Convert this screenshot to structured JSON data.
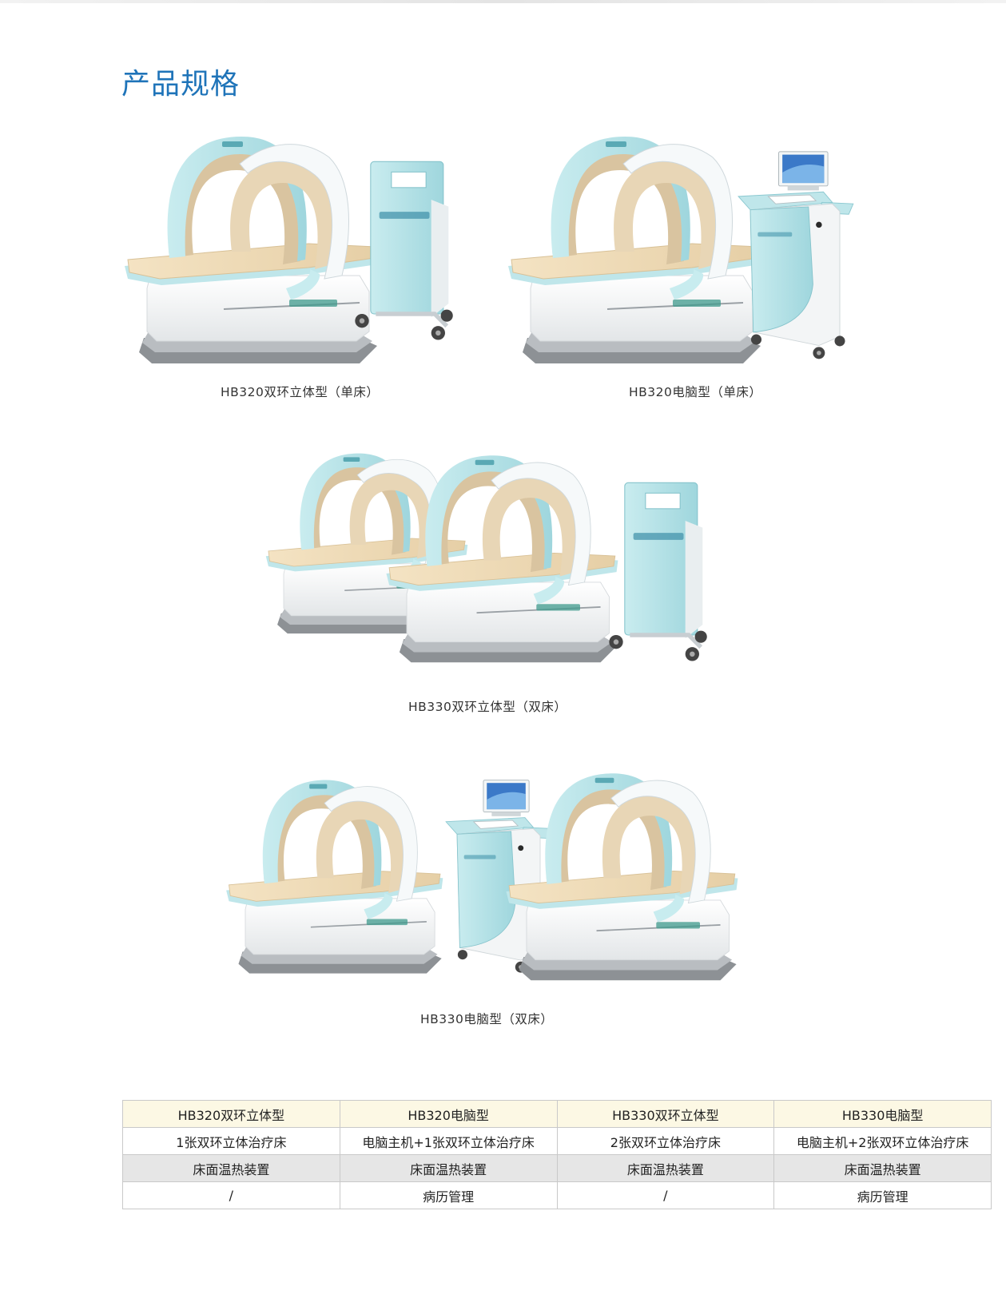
{
  "page": {
    "title": "产品规格"
  },
  "products": [
    {
      "caption": "HB320双环立体型（单床）"
    },
    {
      "caption": "HB320电脑型（单床）"
    },
    {
      "caption": "HB330双环立体型（双床）"
    },
    {
      "caption": "HB330电脑型（双床）"
    }
  ],
  "spec_table": {
    "header": [
      "HB320双环立体型",
      "HB320电脑型",
      "HB330双环立体型",
      "HB330电脑型"
    ],
    "rows": [
      [
        "1张双环立体治疗床",
        "电脑主机+1张双环立体治疗床",
        "2张双环立体治疗床",
        "电脑主机+2张双环立体治疗床"
      ],
      [
        "床面温热装置",
        "床面温热装置",
        "床面温热装置",
        "床面温热装置"
      ],
      [
        "/",
        "病历管理",
        "/",
        "病历管理"
      ]
    ]
  },
  "colors": {
    "title": "#1f74b9",
    "table_header_bg": "#fcf8e4",
    "table_shade_bg": "#e6e6e6",
    "device_blue": "#a8dde3",
    "bed_cream": "#efdcb8"
  }
}
